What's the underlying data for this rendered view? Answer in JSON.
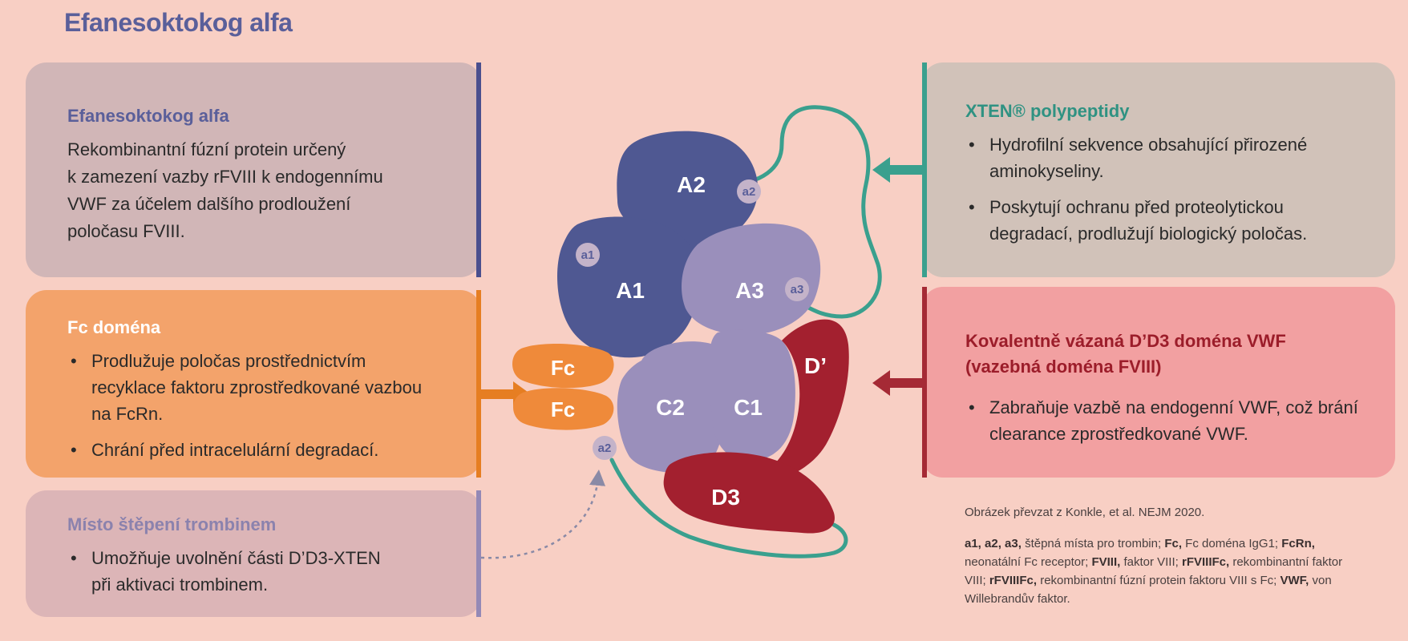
{
  "title": "Efanesoktokog alfa",
  "cards": {
    "efanesoktokog": {
      "heading": "Efanesoktokog alfa",
      "lines": [
        "Rekombinantní fúzní protein určený",
        "k zamezení vazby rFVIII k endogennímu",
        "VWF za účelem dalšího prodloužení",
        "poločasu FVIII."
      ]
    },
    "fc": {
      "heading": "Fc doména",
      "bullets": [
        "Prodlužuje poločas prostřednictvím recyklace faktoru zprostředkované vazbou na FcRn.",
        "Chrání před intracelulární degradací."
      ]
    },
    "thrombin": {
      "heading": "Místo štěpení trombinem",
      "bullets": [
        "Umožňuje uvolnění části D’D3-XTEN při aktivaci trombinem."
      ]
    },
    "xten": {
      "heading": "XTEN® polypeptidy",
      "bullets": [
        "Hydrofilní sekvence obsahující přirozené aminokyseliny.",
        "Poskytují ochranu před proteolytickou degradací, prodlužují biologický poločas."
      ]
    },
    "vwf": {
      "heading_line1": "Kovalentně vázaná D’D3 doména VWF",
      "heading_line2": "(vazebná doména FVIII)",
      "bullets": [
        "Zabraňuje vazbě na endogenní VWF, což brání clearance zprostředkované VWF."
      ]
    }
  },
  "domains": {
    "a1": "A1",
    "a2": "A2",
    "a3": "A3",
    "c1": "C1",
    "c2": "C2",
    "d_prime": "D’",
    "d3": "D3",
    "fc_top": "Fc",
    "fc_bottom": "Fc",
    "site_a1": "a1",
    "site_a2": "a2",
    "site_a3": "a3",
    "site_a2_lower": "a2"
  },
  "notes": {
    "credit": "Obrázek převzat z Konkle, et al. NEJM 2020.",
    "items": [
      {
        "term": "a1, a2, a3,",
        "def": " štěpná místa pro trombin; "
      },
      {
        "term": "Fc,",
        "def": " Fc doména IgG1; "
      },
      {
        "term": "FcRn,",
        "def": " neonatální Fc receptor; "
      },
      {
        "term": "FVIII,",
        "def": " faktor VIII; "
      },
      {
        "term": "rFVIIIFc,",
        "def": " rekombinantní faktor VIII; "
      },
      {
        "term": "rFVIIIFc,",
        "def": " rekombinantní fúzní protein faktoru VIII s Fc; "
      },
      {
        "term": "VWF,",
        "def": " von Willebrandův faktor."
      }
    ]
  },
  "colors": {
    "background": "#f8cfc4",
    "a_domain_dark": "#4f5892",
    "a_domain_light": "#9a8fbb",
    "c_domain": "#9a8fbb",
    "vwf_domain": "#a3202f",
    "fc_domain": "#ef8a3a",
    "xten_line": "#3aa08e"
  }
}
